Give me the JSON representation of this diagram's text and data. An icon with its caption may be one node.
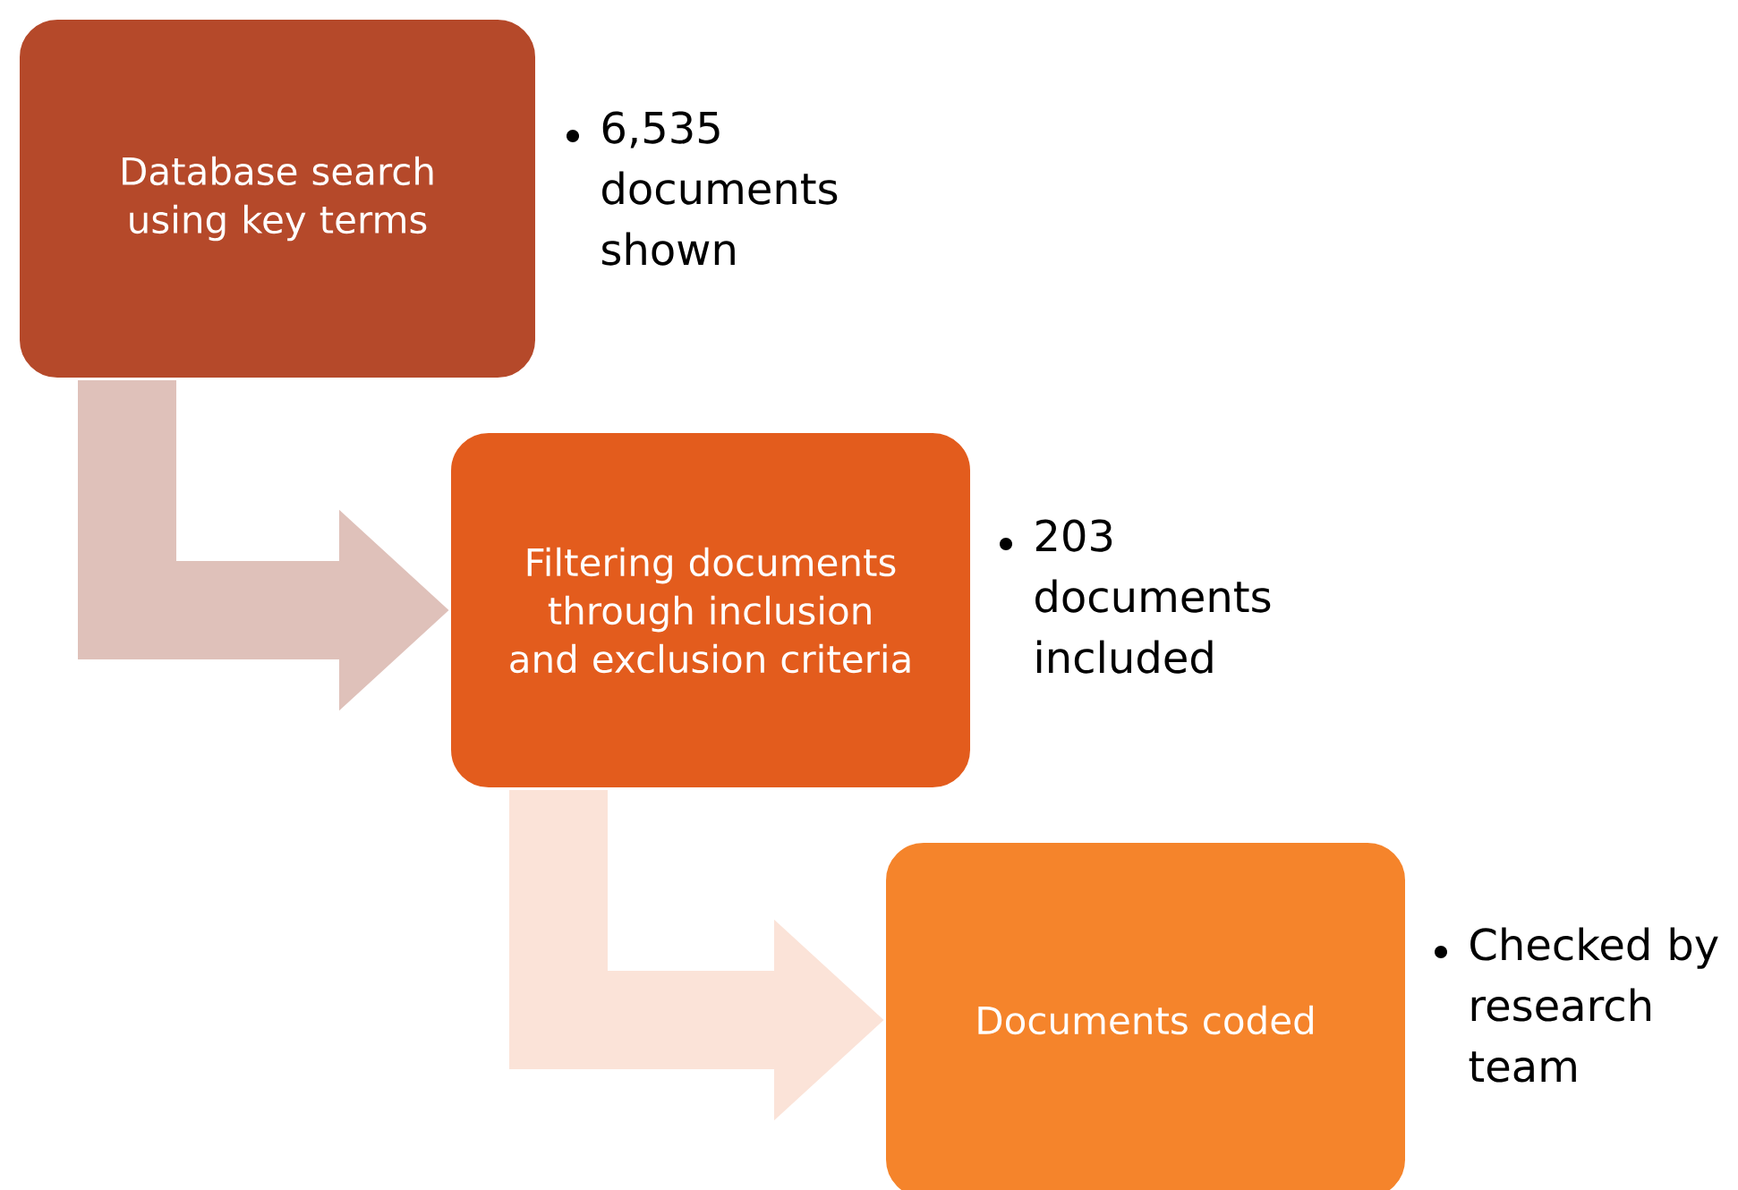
{
  "diagram": {
    "nodes": [
      {
        "text": [
          "Database search using key terms"
        ],
        "beside": [
          "6,535 documents shown"
        ]
      },
      {
        "text": [
          "Filtering documents through inclusion and exclusion criteria"
        ],
        "beside": [
          "203 documents included"
        ]
      },
      {
        "text": [
          "Documents coded"
        ],
        "beside": [
          "Checked by research team"
        ]
      }
    ],
    "edges": [
      {
        "from": 0,
        "to": 1,
        "arrow": "to",
        "style": "thick",
        "color": "#dfc1ba"
      },
      {
        "from": 1,
        "to": 2,
        "arrow": "to",
        "style": "thick",
        "color": "#fbe3d8"
      }
    ]
  }
}
